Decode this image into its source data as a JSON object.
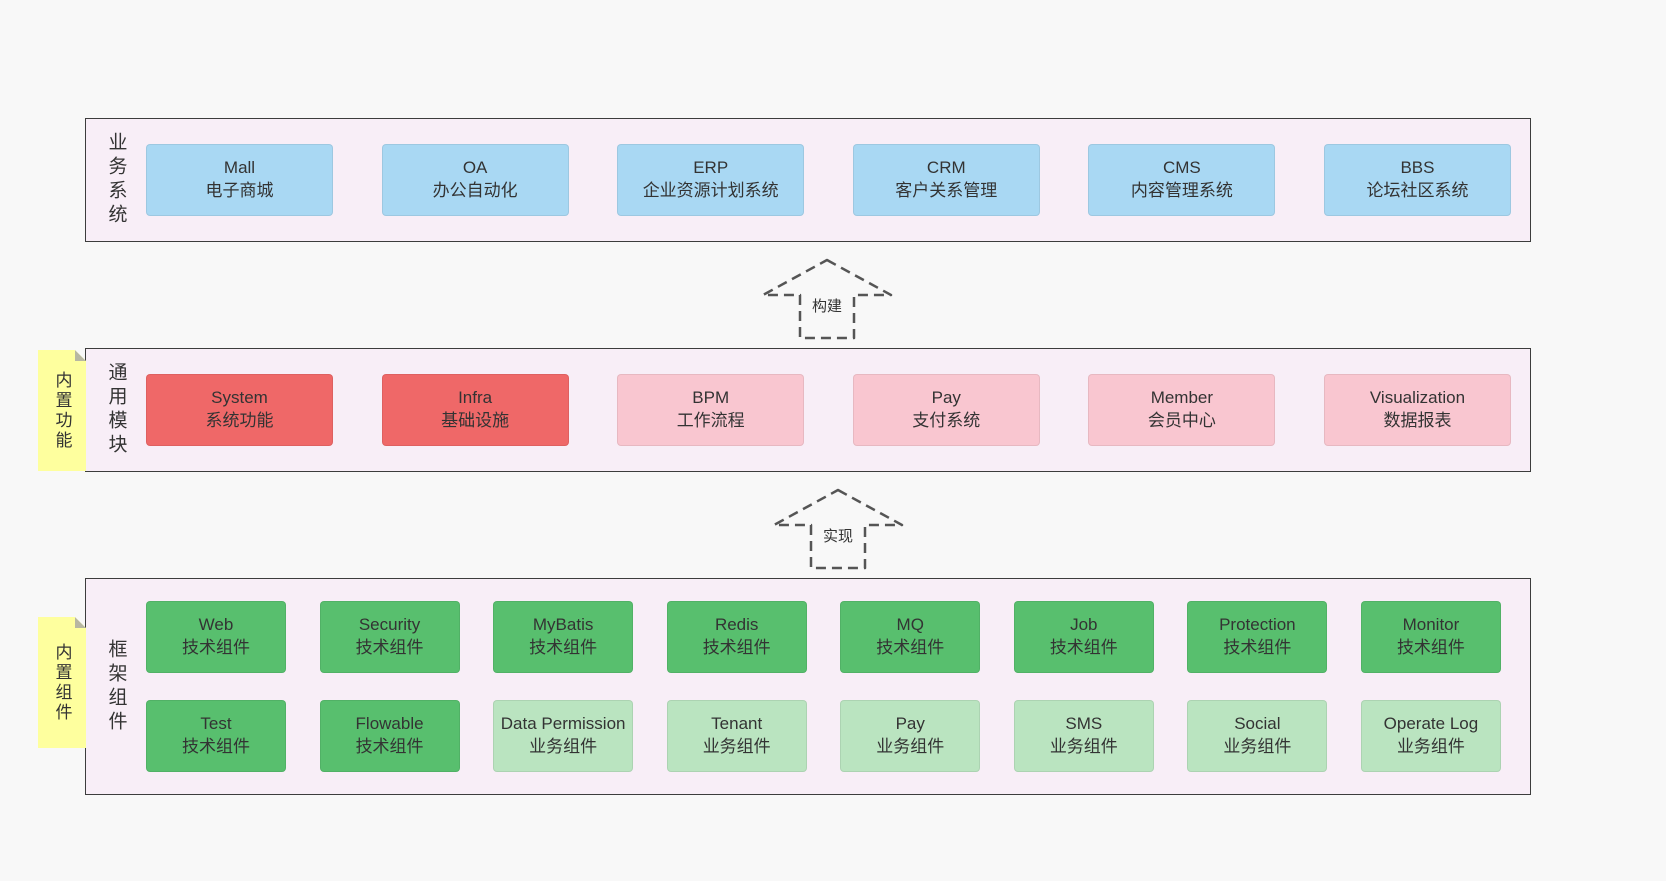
{
  "colors": {
    "page_background": "#f8f8f8",
    "container_background": "#f8eef7",
    "container_border": "#3d3d3d",
    "blue_box": "#a9d8f3",
    "red_box": "#ef6868",
    "pink_box": "#f9c6d0",
    "green_dark_box": "#58bf6e",
    "green_light_box": "#bae4c0",
    "sticky_yellow": "#feff9e",
    "text": "#333333"
  },
  "business_layer": {
    "label": "业务系统",
    "boxes": [
      {
        "title": "Mall",
        "subtitle": "电子商城"
      },
      {
        "title": "OA",
        "subtitle": "办公自动化"
      },
      {
        "title": "ERP",
        "subtitle": "企业资源计划系统"
      },
      {
        "title": "CRM",
        "subtitle": "客户关系管理"
      },
      {
        "title": "CMS",
        "subtitle": "内容管理系统"
      },
      {
        "title": "BBS",
        "subtitle": "论坛社区系统"
      }
    ]
  },
  "build_arrow": {
    "label": "构建"
  },
  "module_layer": {
    "label": "通用模块",
    "sticky": "内置功能",
    "boxes": [
      {
        "title": "System",
        "subtitle": "系统功能"
      },
      {
        "title": "Infra",
        "subtitle": "基础设施"
      },
      {
        "title": "BPM",
        "subtitle": "工作流程"
      },
      {
        "title": "Pay",
        "subtitle": "支付系统"
      },
      {
        "title": "Member",
        "subtitle": "会员中心"
      },
      {
        "title": "Visualization",
        "subtitle": "数据报表"
      }
    ]
  },
  "implement_arrow": {
    "label": "实现"
  },
  "component_layer": {
    "label": "框架组件",
    "sticky": "内置组件",
    "row1": [
      {
        "title": "Web",
        "subtitle": "技术组件"
      },
      {
        "title": "Security",
        "subtitle": "技术组件"
      },
      {
        "title": "MyBatis",
        "subtitle": "技术组件"
      },
      {
        "title": "Redis",
        "subtitle": "技术组件"
      },
      {
        "title": "MQ",
        "subtitle": "技术组件"
      },
      {
        "title": "Job",
        "subtitle": "技术组件"
      },
      {
        "title": "Protection",
        "subtitle": "技术组件"
      },
      {
        "title": "Monitor",
        "subtitle": "技术组件"
      }
    ],
    "row2": [
      {
        "title": "Test",
        "subtitle": "技术组件"
      },
      {
        "title": "Flowable",
        "subtitle": "技术组件"
      },
      {
        "title": "Data Permission",
        "subtitle": "业务组件"
      },
      {
        "title": "Tenant",
        "subtitle": "业务组件"
      },
      {
        "title": "Pay",
        "subtitle": "业务组件"
      },
      {
        "title": "SMS",
        "subtitle": "业务组件"
      },
      {
        "title": "Social",
        "subtitle": "业务组件"
      },
      {
        "title": "Operate Log",
        "subtitle": "业务组件"
      }
    ]
  }
}
